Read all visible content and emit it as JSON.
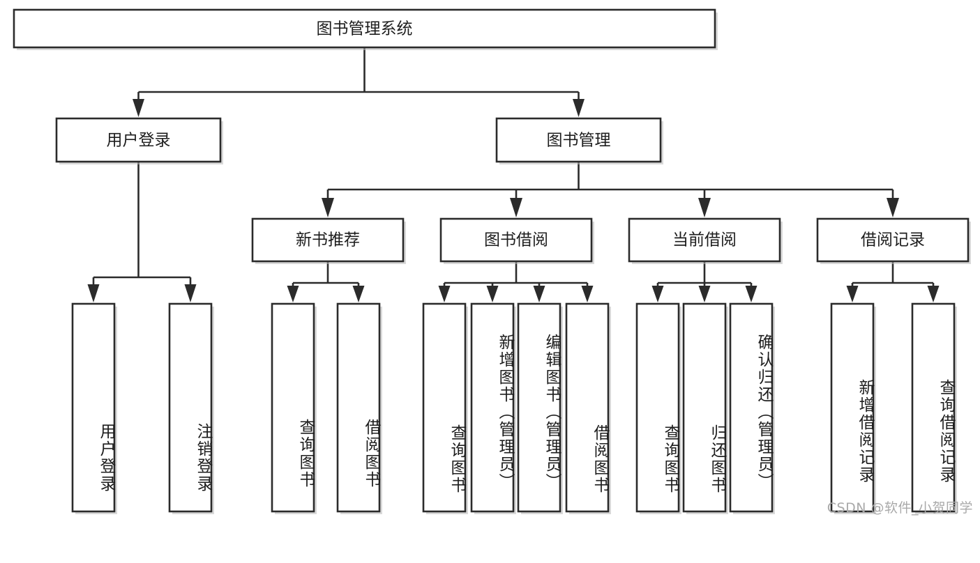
{
  "diagram": {
    "type": "tree",
    "title": "图书管理系统",
    "watermark": "CSDN @软件_小贺同学",
    "colors": {
      "stroke": "#2b2b2b",
      "fill": "#ffffff",
      "text": "#1d1d1d",
      "shadow": "#b9b9b9",
      "watermark": "#a9a9a9"
    },
    "levels": {
      "root": {
        "label": "图书管理系统"
      },
      "level2": [
        {
          "label": "用户登录"
        },
        {
          "label": "图书管理"
        }
      ],
      "level3": [
        {
          "label": "新书推荐"
        },
        {
          "label": "图书借阅"
        },
        {
          "label": "当前借阅"
        },
        {
          "label": "借阅记录"
        }
      ],
      "level4": [
        {
          "label": "用户登录",
          "parent": "用户登录"
        },
        {
          "label": "注销登录",
          "parent": "用户登录"
        },
        {
          "label": "查询图书",
          "parent": "新书推荐"
        },
        {
          "label": "借阅图书",
          "parent": "新书推荐"
        },
        {
          "label": "查询图书",
          "parent": "图书借阅"
        },
        {
          "label": "新增图书（管理员）",
          "parent": "图书借阅"
        },
        {
          "label": "编辑图书（管理员）",
          "parent": "图书借阅"
        },
        {
          "label": "借阅图书",
          "parent": "图书借阅"
        },
        {
          "label": "查询图书",
          "parent": "当前借阅"
        },
        {
          "label": "归还图书",
          "parent": "当前借阅"
        },
        {
          "label": "确认归还（管理员）",
          "parent": "当前借阅"
        },
        {
          "label": "新增借阅记录",
          "parent": "借阅记录"
        },
        {
          "label": "查询借阅记录",
          "parent": "借阅记录"
        }
      ]
    }
  }
}
